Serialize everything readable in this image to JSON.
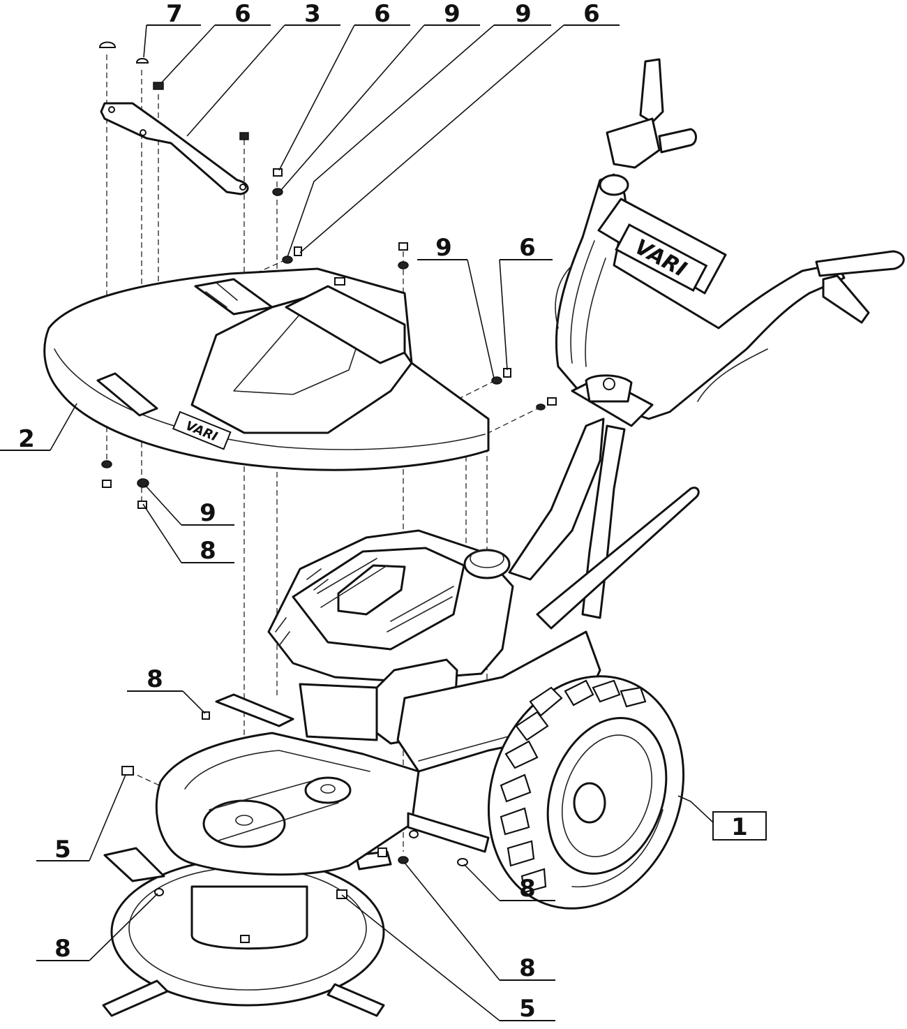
{
  "brand": {
    "handle_logo": "VARI",
    "hood_logo": "VARI"
  },
  "callouts": [
    {
      "id": "c1",
      "text": "7"
    },
    {
      "id": "c2",
      "text": "6"
    },
    {
      "id": "c3",
      "text": "3"
    },
    {
      "id": "c4",
      "text": "6"
    },
    {
      "id": "c5",
      "text": "9"
    },
    {
      "id": "c6",
      "text": "9"
    },
    {
      "id": "c7",
      "text": "6"
    },
    {
      "id": "c8",
      "text": "9"
    },
    {
      "id": "c9",
      "text": "6"
    },
    {
      "id": "c10",
      "text": "2"
    },
    {
      "id": "c11",
      "text": "9"
    },
    {
      "id": "c12",
      "text": "8"
    },
    {
      "id": "c13",
      "text": "8"
    },
    {
      "id": "c14",
      "text": "1"
    },
    {
      "id": "c15",
      "text": "5"
    },
    {
      "id": "c16",
      "text": "8"
    },
    {
      "id": "c17",
      "text": "8"
    },
    {
      "id": "c18",
      "text": "8"
    },
    {
      "id": "c19",
      "text": "5"
    }
  ],
  "colors": {
    "line": "#111111",
    "background": "#ffffff"
  }
}
